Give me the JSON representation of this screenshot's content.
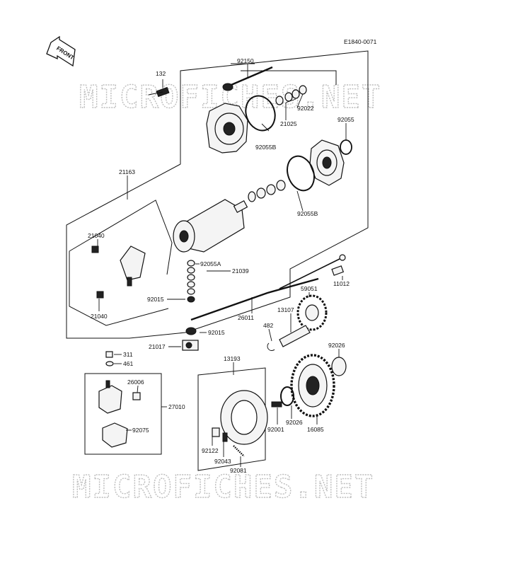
{
  "diagram_code": "E1840-0071",
  "front_label": "FRONT",
  "watermark": "MICROFICHES.NET",
  "parts": [
    {
      "id": "p132",
      "label": "132"
    },
    {
      "id": "p92150",
      "label": "92150"
    },
    {
      "id": "p92022",
      "label": "92022"
    },
    {
      "id": "p21025",
      "label": "21025"
    },
    {
      "id": "p92055",
      "label": "92055"
    },
    {
      "id": "p92055B_a",
      "label": "92055B"
    },
    {
      "id": "p92055B_b",
      "label": "92055B"
    },
    {
      "id": "p21163",
      "label": "21163"
    },
    {
      "id": "p21040_a",
      "label": "21040"
    },
    {
      "id": "p21040_b",
      "label": "21040"
    },
    {
      "id": "p92055A",
      "label": "92055A"
    },
    {
      "id": "p21039",
      "label": "21039"
    },
    {
      "id": "p92015_a",
      "label": "92015"
    },
    {
      "id": "p92015_b",
      "label": "92015"
    },
    {
      "id": "p26011",
      "label": "26011"
    },
    {
      "id": "p59051",
      "label": "59051"
    },
    {
      "id": "p11012",
      "label": "11012"
    },
    {
      "id": "p13107",
      "label": "13107"
    },
    {
      "id": "p482",
      "label": "482"
    },
    {
      "id": "p21017",
      "label": "21017"
    },
    {
      "id": "p311",
      "label": "311"
    },
    {
      "id": "p461",
      "label": "461"
    },
    {
      "id": "p13193",
      "label": "13193"
    },
    {
      "id": "p92026_a",
      "label": "92026"
    },
    {
      "id": "p92026_b",
      "label": "92026"
    },
    {
      "id": "p26006",
      "label": "26006"
    },
    {
      "id": "p27010",
      "label": "27010"
    },
    {
      "id": "p92075",
      "label": "92075"
    },
    {
      "id": "p92001",
      "label": "92001"
    },
    {
      "id": "p16085",
      "label": "16085"
    },
    {
      "id": "p92122",
      "label": "92122"
    },
    {
      "id": "p92043",
      "label": "92043"
    },
    {
      "id": "p92081",
      "label": "92081"
    }
  ]
}
